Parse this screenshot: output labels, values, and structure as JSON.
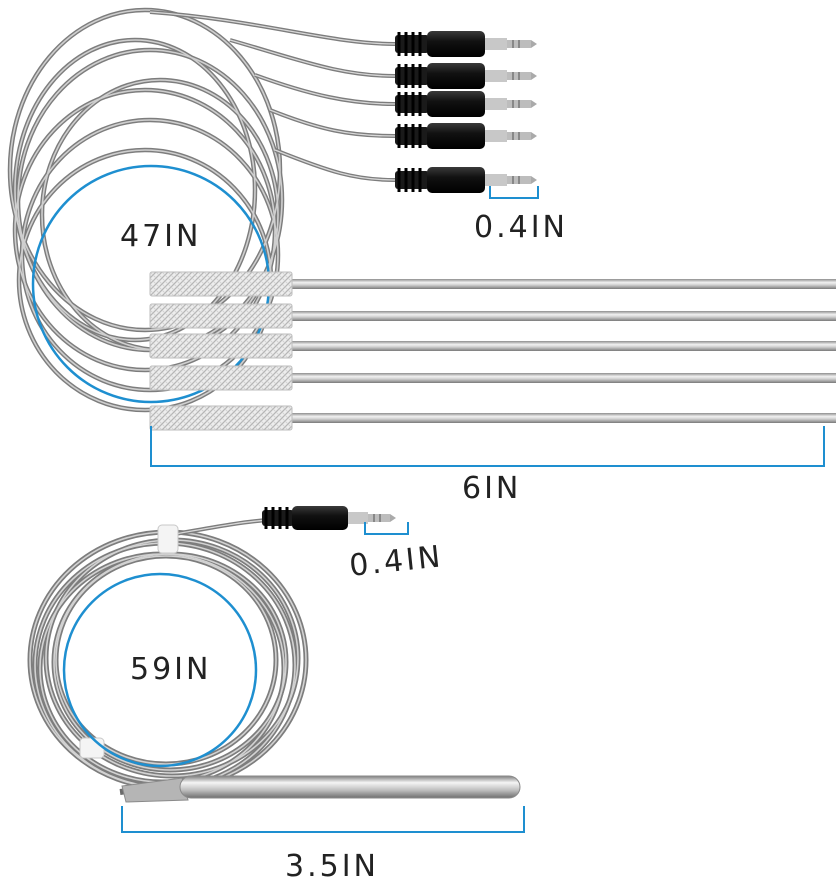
{
  "labels": {
    "top_plug": "0.4IN",
    "top_coil": "47IN",
    "top_probe": "6IN",
    "bottom_plug": "0.4IN",
    "bottom_coil": "59IN",
    "bottom_probe": "3.5IN"
  },
  "colors": {
    "accent": "#1e8fd0",
    "cable": "#8a8a8a",
    "cable_dark": "#5c5c5c",
    "metal": "#c9c9c9",
    "plug": "#151515",
    "text": "#222222"
  },
  "product": {
    "top_probe_count": 5,
    "bottom_probe_count": 1
  }
}
